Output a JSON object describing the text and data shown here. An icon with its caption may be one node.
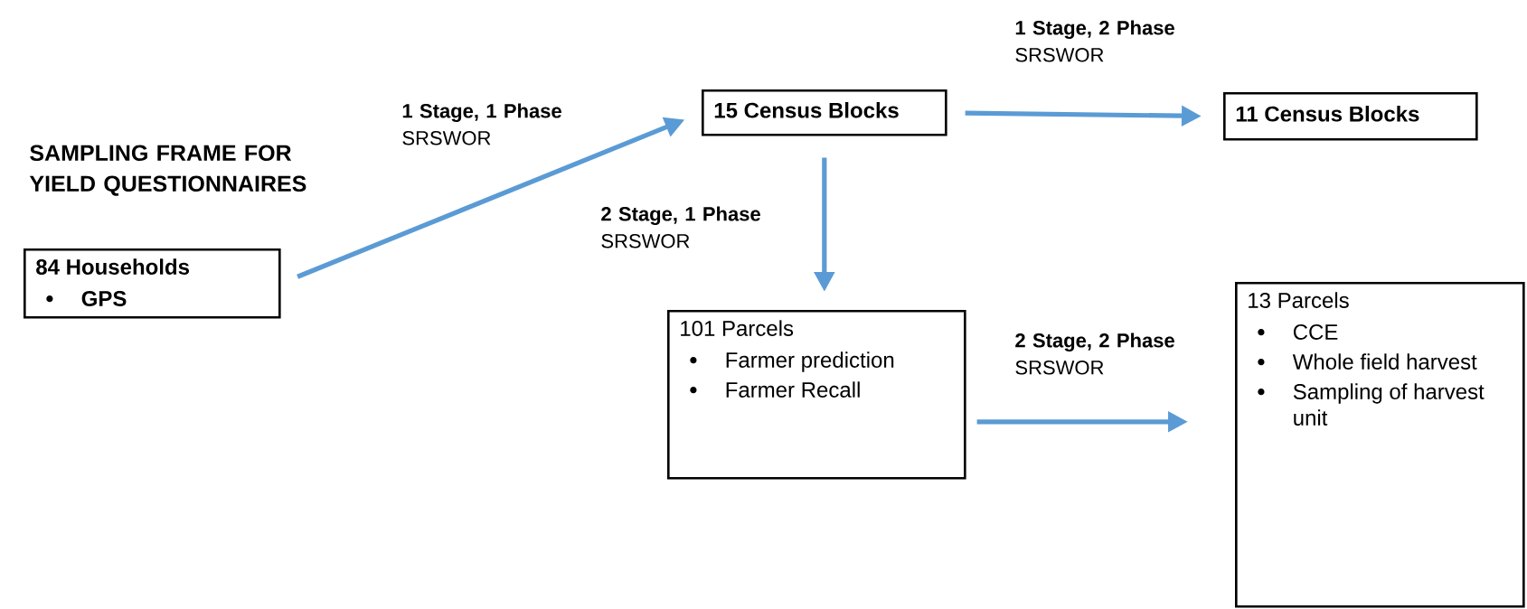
{
  "diagram": {
    "title": "SAMPLING FRAME FOR YIELD QUESTIONNAIRES",
    "nodes": [
      {
        "text": [
          "84 Households",
          "GPS"
        ]
      },
      {
        "text": [
          "15 Census Blocks"
        ]
      },
      {
        "text": [
          "11 Census Blocks"
        ]
      },
      {
        "text": [
          "101 Parcels",
          "Farmer prediction",
          "Farmer Recall"
        ]
      },
      {
        "text": [
          "13 Parcels",
          "CCE",
          "Whole field harvest",
          "Sampling of harvest unit"
        ]
      }
    ],
    "edges": [
      {
        "from": 0,
        "to": 1,
        "arrow": "to",
        "label": "**1 Stage, 1 Phase** SRSWOR"
      },
      {
        "from": 1,
        "to": 2,
        "arrow": "to",
        "label": "**1 Stage, 2 Phase** SRSWOR"
      },
      {
        "from": 1,
        "to": 3,
        "arrow": "to",
        "label": "**2 Stage, 1 Phase** SRSWOR"
      },
      {
        "from": 3,
        "to": 4,
        "arrow": "to",
        "label": "**2 Stage, 2 Phase** SRSWOR"
      }
    ]
  }
}
